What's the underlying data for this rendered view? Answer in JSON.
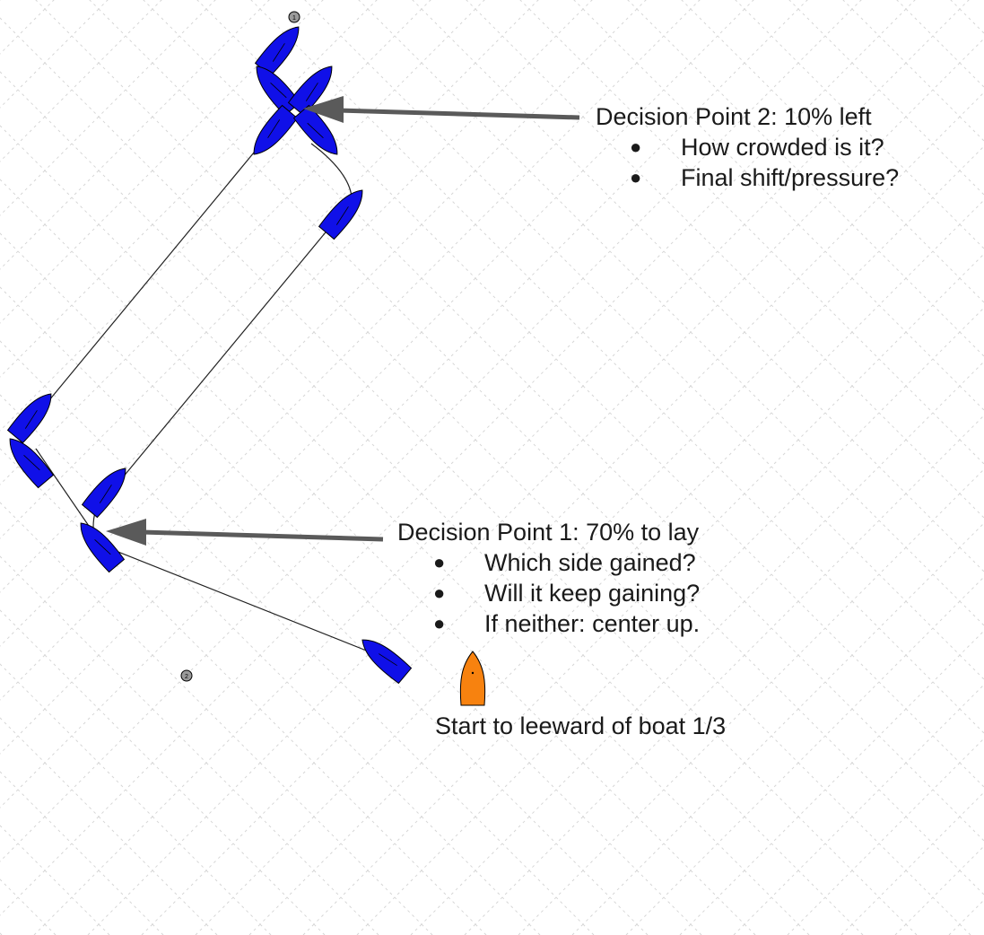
{
  "callouts": {
    "decision_point_2": {
      "title": "Decision Point 2: 10% left",
      "bullets": [
        "How crowded is it?",
        "Final shift/pressure?"
      ]
    },
    "decision_point_1": {
      "title": "Decision Point 1: 70% to lay",
      "bullets": [
        "Which side gained?",
        "Will it keep gaining?",
        "If neither: center up."
      ]
    },
    "start_note": "Start to leeward of boat 1/3"
  },
  "marks": {
    "top_mark_label": "1",
    "bottom_mark_label": "2"
  },
  "bullet_glyph": "●",
  "colors": {
    "boat_fill": "#1010e8",
    "committee_boat_fill": "#f7820f",
    "track_line": "#222222",
    "arrow": "#5a5a5a",
    "grid": "#d0d0d0",
    "text": "#1a1a1a"
  }
}
